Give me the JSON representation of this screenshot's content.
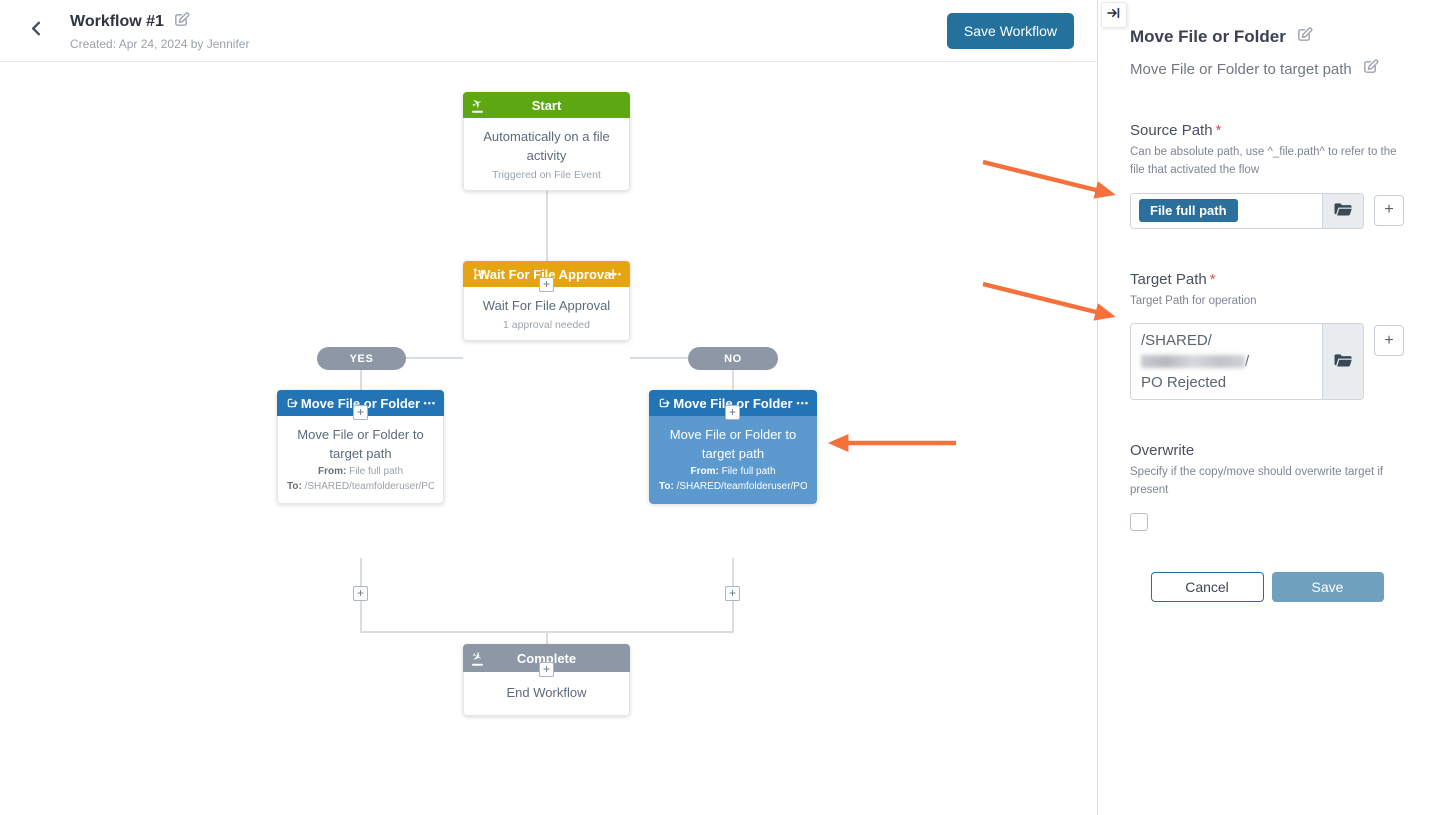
{
  "header": {
    "title": "Workflow #1",
    "created": "Created: Apr 24, 2024 by Jennifer",
    "save_button": "Save Workflow"
  },
  "canvas": {
    "connector_plus": "+",
    "menu_dots": "•••",
    "yes_label": "YES",
    "no_label": "NO",
    "start": {
      "icon": "plane-departure",
      "title": "Start",
      "body": "Automatically on a file activity",
      "sub": "Triggered on File Event"
    },
    "wait": {
      "icon": "branch",
      "title": "Wait For File Approval",
      "body": "Wait For File Approval",
      "sub": "1 approval needed"
    },
    "move_left": {
      "icon": "move-out-of-square",
      "title": "Move File or Folder",
      "body": "Move File or Folder to target path",
      "from_label": "From:",
      "from_value": "File full path",
      "to_label": "To:",
      "to_value": "/SHARED/teamfolderuser/PO A...",
      "selected": false
    },
    "move_right": {
      "icon": "move-out-of-square",
      "title": "Move File or Folder",
      "body": "Move File or Folder to target path",
      "from_label": "From:",
      "from_value": "File full path",
      "to_label": "To:",
      "to_value": "/SHARED/teamfolderuser/PO R...",
      "selected": true
    },
    "complete": {
      "icon": "plane-arrival",
      "title": "Complete",
      "body": "End Workflow"
    }
  },
  "panel": {
    "collapse_icon": "arrow-to-bar",
    "title": "Move File or Folder",
    "subtitle": "Move File or Folder to target path",
    "source_path": {
      "label": "Source Path",
      "required_mark": "*",
      "description": "Can be absolute path, use ^_file.path^ to refer to the file that activated the flow",
      "chip": "File full path",
      "add_button": "+"
    },
    "target_path": {
      "label": "Target Path",
      "required_mark": "*",
      "description": "Target Path for operation",
      "value_prefix": "/SHARED/",
      "value_redacted": true,
      "value_suffix": "/",
      "value_line2": "PO Rejected",
      "add_button": "+"
    },
    "overwrite": {
      "label": "Overwrite",
      "description": "Specify if the copy/move should overwrite target if present",
      "checked": false
    },
    "cancel_button": "Cancel",
    "save_button": "Save"
  },
  "colors": {
    "node_blue": "#2374B5",
    "node_blue_selected_body": "#5B99CE",
    "node_green": "#5DA712",
    "node_amber": "#E4A511",
    "node_gray": "#8D97A5",
    "save_workflow_button": "#24719C",
    "panel_save_button": "#6FA0BE",
    "cancel_border": "#2D6E96",
    "chip_blue": "#2B6F9D",
    "arrow_orange": "#F4713B",
    "connector_gray": "#D8DDE2",
    "required_red": "#D9534F"
  }
}
